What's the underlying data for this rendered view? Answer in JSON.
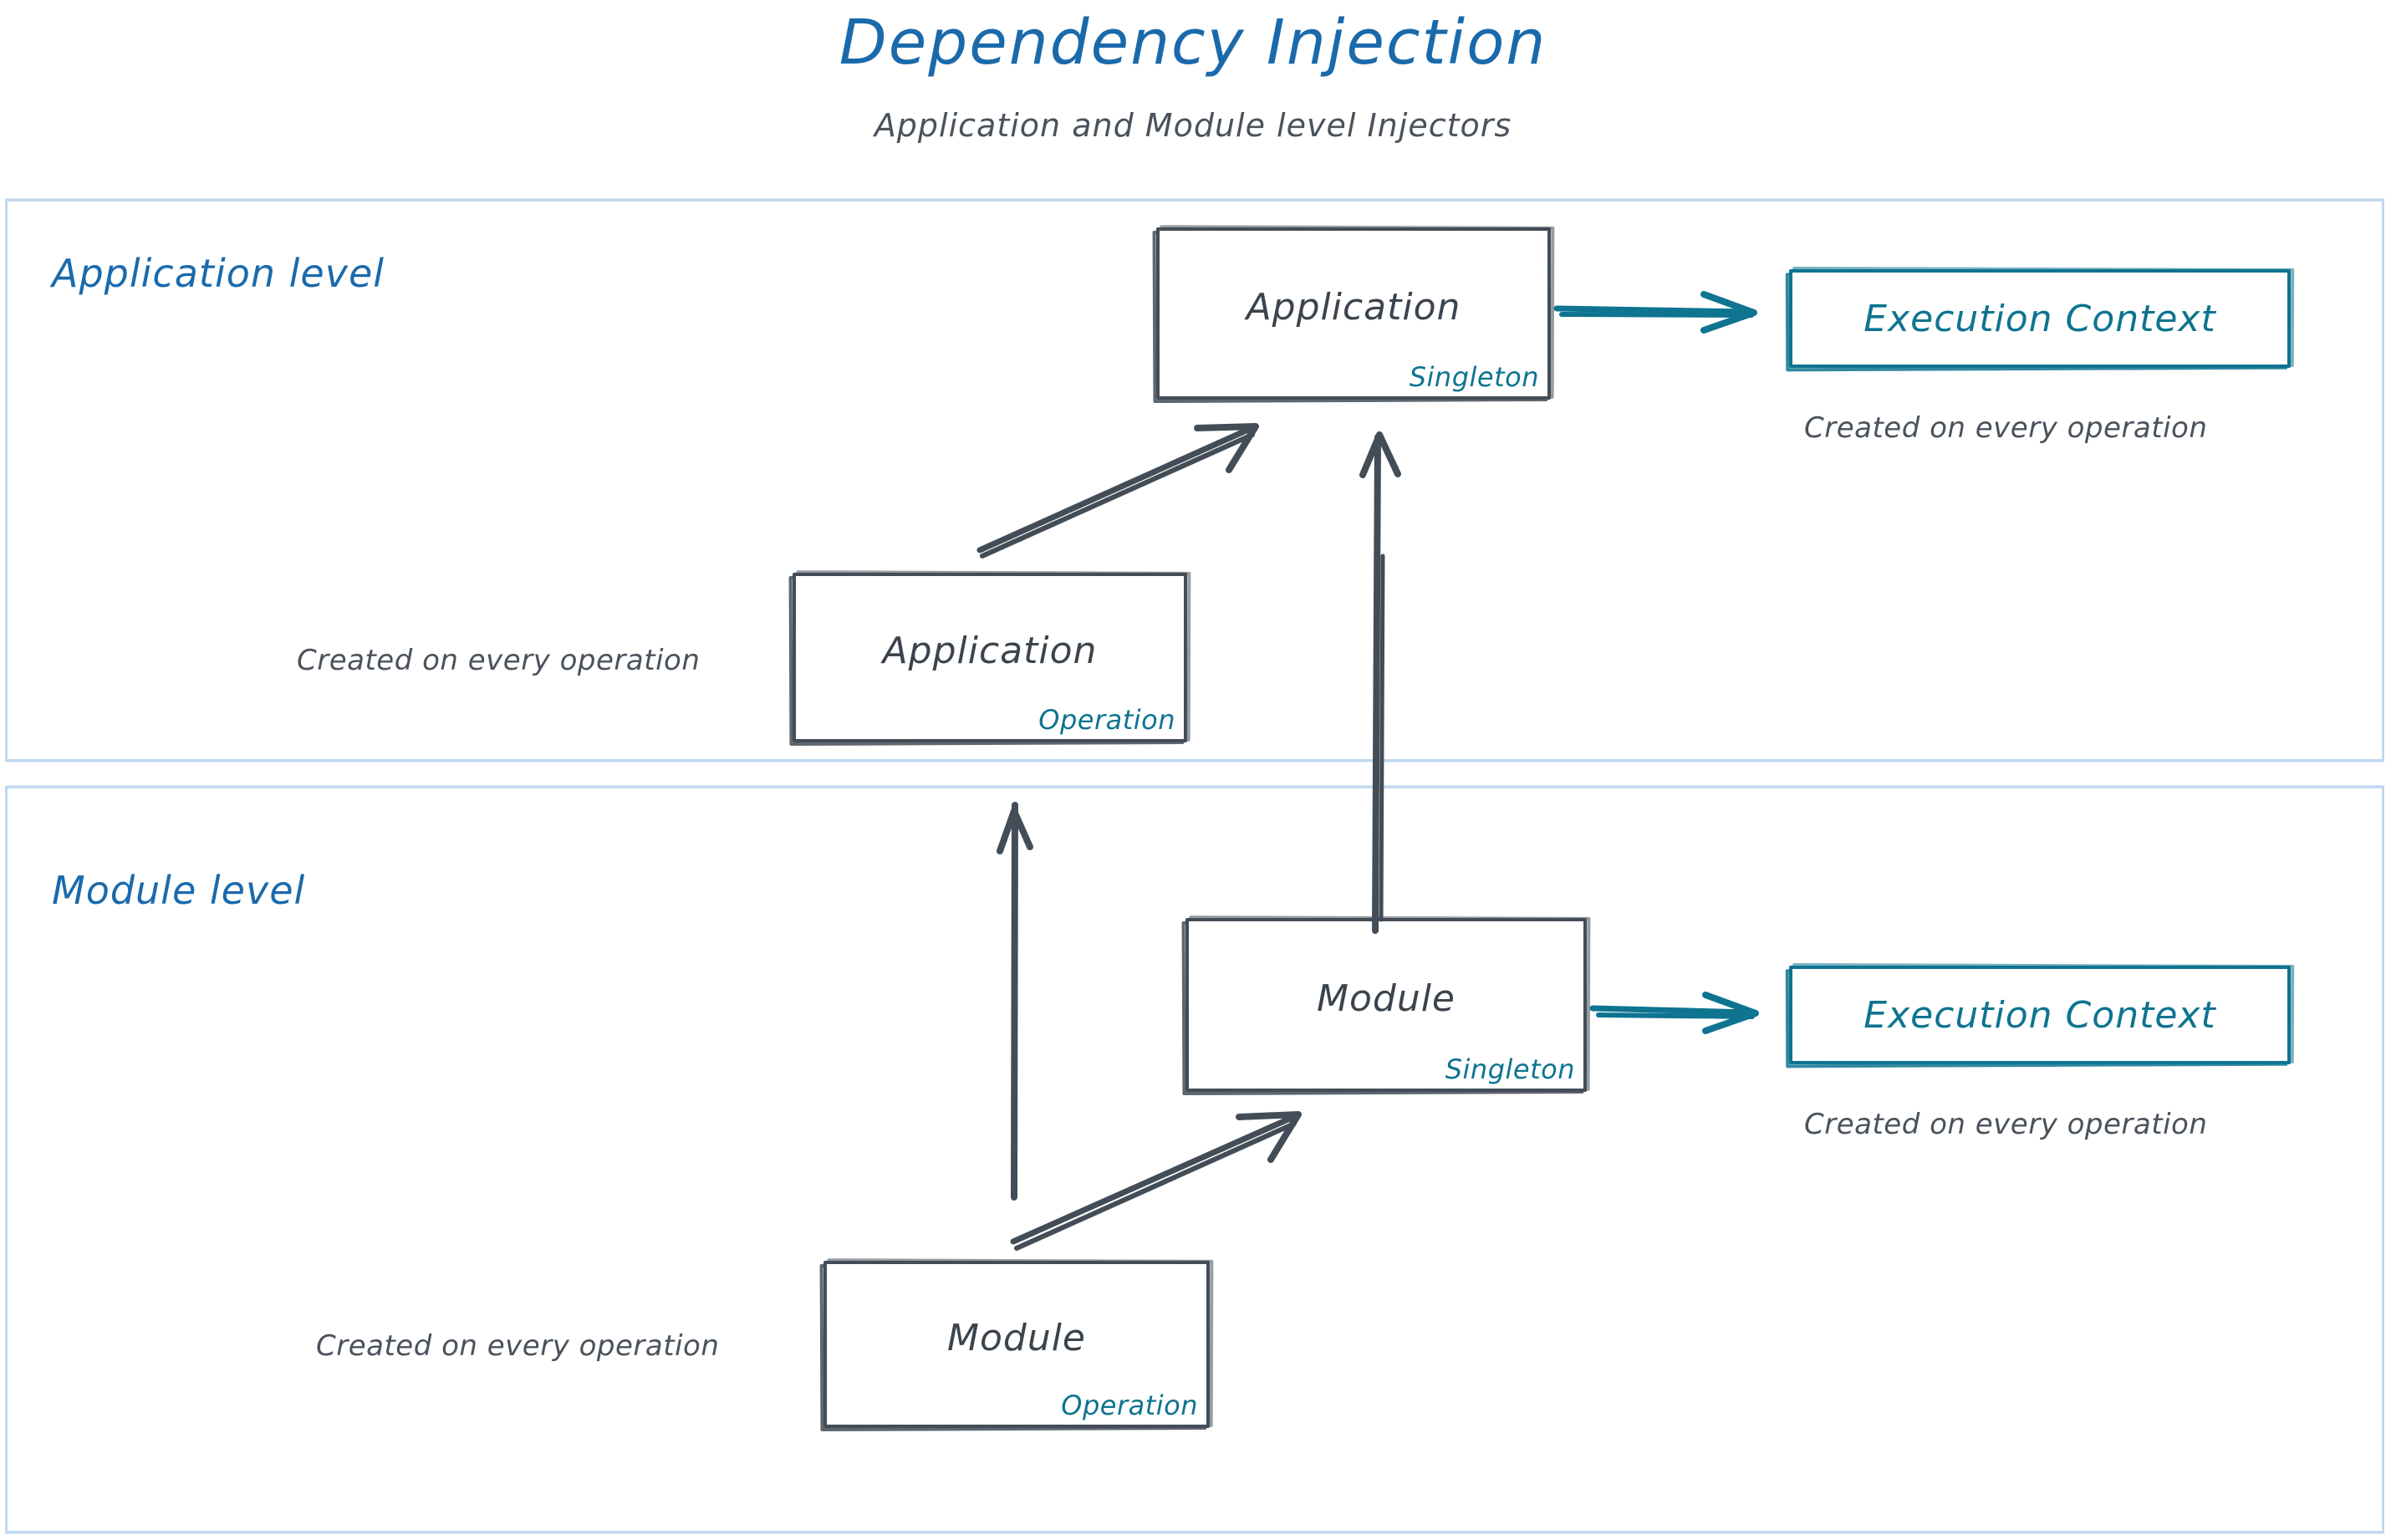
{
  "header": {
    "title": "Dependency Injection",
    "subtitle": "Application and Module level Injectors",
    "title_color": "#1a6aab",
    "subtitle_color": "#4a525c"
  },
  "colors": {
    "blue": "#1a6aab",
    "container_border": "#c2d8ee",
    "node_stroke": "#434d57",
    "teal": "#0e7490",
    "text_gray": "#4a525c"
  },
  "levels": [
    {
      "id": "application-level",
      "label": "Application level",
      "nodes": [
        {
          "id": "application-singleton",
          "name": "Application",
          "scope": "Singleton",
          "style": "gray"
        },
        {
          "id": "application-execution-context",
          "name": "Execution Context",
          "scope": "",
          "style": "teal"
        },
        {
          "id": "application-operation",
          "name": "Application",
          "scope": "Operation",
          "style": "gray"
        }
      ],
      "captions": [
        {
          "id": "app-exec-context-caption",
          "text": "Created on every operation"
        },
        {
          "id": "app-operation-caption",
          "text": "Created on every operation"
        }
      ]
    },
    {
      "id": "module-level",
      "label": "Module level",
      "nodes": [
        {
          "id": "module-singleton",
          "name": "Module",
          "scope": "Singleton",
          "style": "gray"
        },
        {
          "id": "module-execution-context",
          "name": "Execution Context",
          "scope": "",
          "style": "teal"
        },
        {
          "id": "module-operation",
          "name": "Module",
          "scope": "Operation",
          "style": "gray"
        }
      ],
      "captions": [
        {
          "id": "module-exec-context-caption",
          "text": "Created on every operation"
        },
        {
          "id": "module-operation-caption",
          "text": "Created on every operation"
        }
      ]
    }
  ],
  "edges": [
    {
      "id": "app-singleton-to-exec-context",
      "from": "application-singleton",
      "to": "application-execution-context",
      "color": "#0e7490",
      "kind": "horizontal"
    },
    {
      "id": "app-operation-to-app-singleton",
      "from": "application-operation",
      "to": "application-singleton",
      "color": "#434d57",
      "kind": "diagonal"
    },
    {
      "id": "module-singleton-to-app-singleton",
      "from": "module-singleton",
      "to": "application-singleton",
      "color": "#434d57",
      "kind": "vertical"
    },
    {
      "id": "module-operation-to-app-operation",
      "from": "module-operation",
      "to": "application-operation",
      "color": "#434d57",
      "kind": "vertical"
    },
    {
      "id": "module-singleton-to-exec-context",
      "from": "module-singleton",
      "to": "module-execution-context",
      "color": "#0e7490",
      "kind": "horizontal"
    },
    {
      "id": "module-operation-to-module-singleton",
      "from": "module-operation",
      "to": "module-singleton",
      "color": "#434d57",
      "kind": "diagonal"
    }
  ]
}
